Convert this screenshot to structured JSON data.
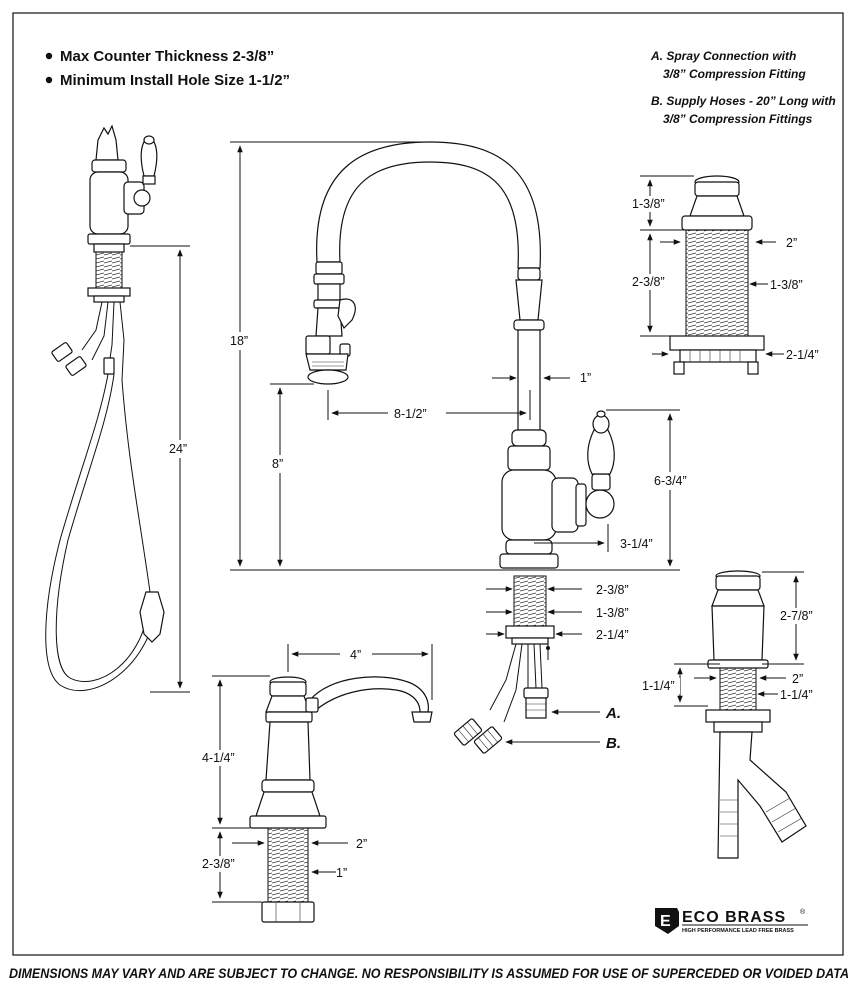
{
  "bullets": [
    "Max Counter Thickness 2-3/8”",
    "Minimum Install Hole Size 1-1/2”"
  ],
  "notes": {
    "a_line1": "A. Spray Connection with",
    "a_line2": "3/8” Compression Fitting",
    "b_line1": "B. Supply Hoses - 20” Long with",
    "b_line2": "3/8” Compression Fittings"
  },
  "dimensions": {
    "side_24": "24”",
    "faucet_18": "18”",
    "faucet_8": "8”",
    "spout_reach": "8-1/2”",
    "spout_dia": "1”",
    "handle_height": "6-3/4”",
    "handle_reach": "3-1/4”",
    "shank_238": "2-3/8”",
    "shank_138": "1-3/8”",
    "shank_214": "2-1/4”",
    "sprayer_138": "1-3/8”",
    "sprayer_2": "2”",
    "sprayer_238": "2-3/8”",
    "sprayer_138b": "1-3/8”",
    "sprayer_214": "2-1/4”",
    "filter_4": "4”",
    "filter_414": "4-1/4”",
    "filter_2": "2”",
    "filter_238": "2-3/8”",
    "filter_1": "1”",
    "hot_278": "2-7/8”",
    "hot_114": "1-1/4”",
    "hot_2": "2”",
    "hot_114b": "1-1/4”"
  },
  "callouts": {
    "a": "A.",
    "b": "B."
  },
  "brand": {
    "name": "ECO BRASS",
    "tagline": "HIGH PERFORMANCE LEAD FREE BRASS",
    "mark": "E",
    "reg": "®"
  },
  "disclaimer": "DIMENSIONS MAY VARY AND ARE SUBJECT TO CHANGE. NO RESPONSIBILITY IS ASSUMED FOR USE OF SUPERCEDED OR VOIDED DATA"
}
